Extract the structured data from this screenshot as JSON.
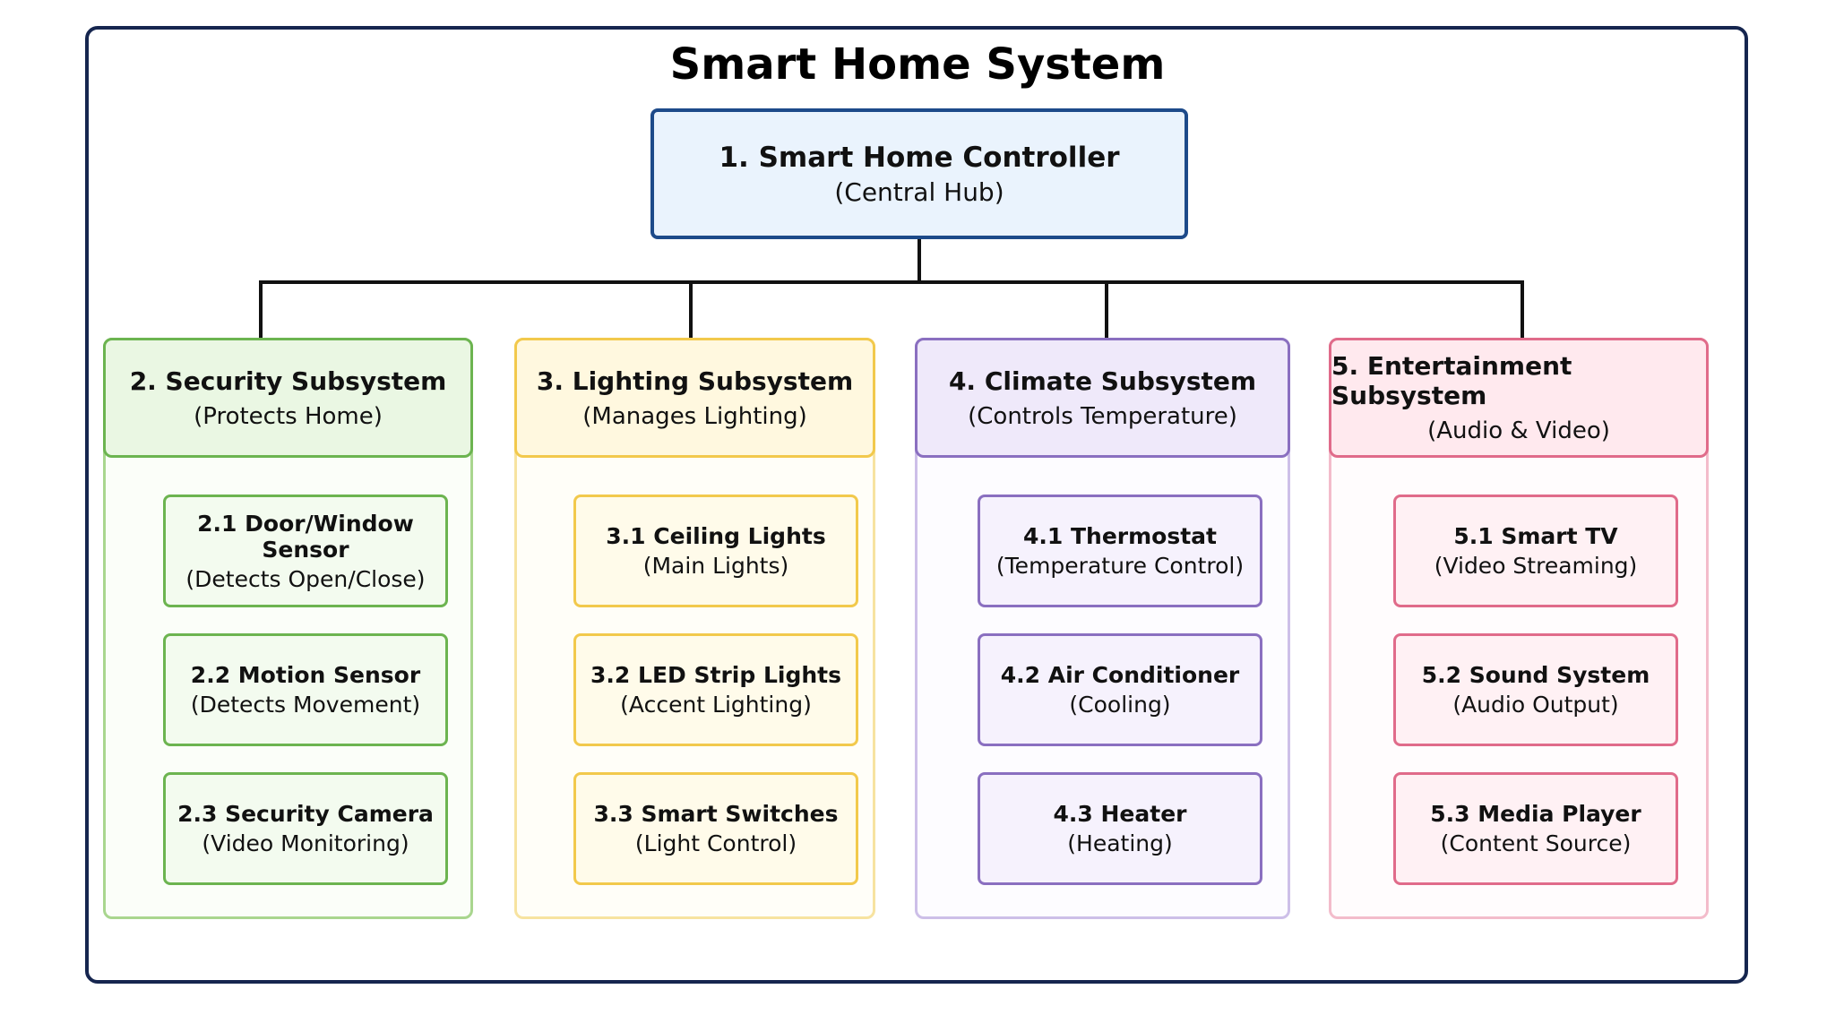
{
  "title": "Smart Home System",
  "colors": {
    "frame": "#16264f",
    "line": "#111111",
    "root_border": "#1d4a8a",
    "root_fill": "#eaf3fd",
    "security_border": "#6cb450",
    "security_fill": "#f3fbef",
    "lighting_border": "#f2c94c",
    "lighting_fill": "#fffbea",
    "climate_border": "#8a6fc0",
    "climate_fill": "#f6f2fd",
    "entertainment_border": "#e06b8a",
    "entertainment_fill": "#fff1f4"
  },
  "root": {
    "name": "1. Smart Home Controller",
    "desc": "(Central Hub)"
  },
  "subsystems": [
    {
      "name": "2. Security Subsystem",
      "desc": "(Protects Home)",
      "children": [
        {
          "name": "2.1 Door/Window Sensor",
          "desc": "(Detects Open/Close)"
        },
        {
          "name": "2.2 Motion Sensor",
          "desc": "(Detects Movement)"
        },
        {
          "name": "2.3 Security Camera",
          "desc": "(Video Monitoring)"
        }
      ]
    },
    {
      "name": "3. Lighting Subsystem",
      "desc": "(Manages Lighting)",
      "children": [
        {
          "name": "3.1 Ceiling Lights",
          "desc": "(Main Lights)"
        },
        {
          "name": "3.2 LED Strip Lights",
          "desc": "(Accent Lighting)"
        },
        {
          "name": "3.3 Smart Switches",
          "desc": "(Light Control)"
        }
      ]
    },
    {
      "name": "4. Climate Subsystem",
      "desc": "(Controls Temperature)",
      "children": [
        {
          "name": "4.1 Thermostat",
          "desc": "(Temperature Control)"
        },
        {
          "name": "4.2 Air Conditioner",
          "desc": "(Cooling)"
        },
        {
          "name": "4.3 Heater",
          "desc": "(Heating)"
        }
      ]
    },
    {
      "name": "5. Entertainment Subsystem",
      "desc": "(Audio & Video)",
      "children": [
        {
          "name": "5.1 Smart TV",
          "desc": "(Video Streaming)"
        },
        {
          "name": "5.2 Sound System",
          "desc": "(Audio Output)"
        },
        {
          "name": "5.3 Media Player",
          "desc": "(Content Source)"
        }
      ]
    }
  ]
}
